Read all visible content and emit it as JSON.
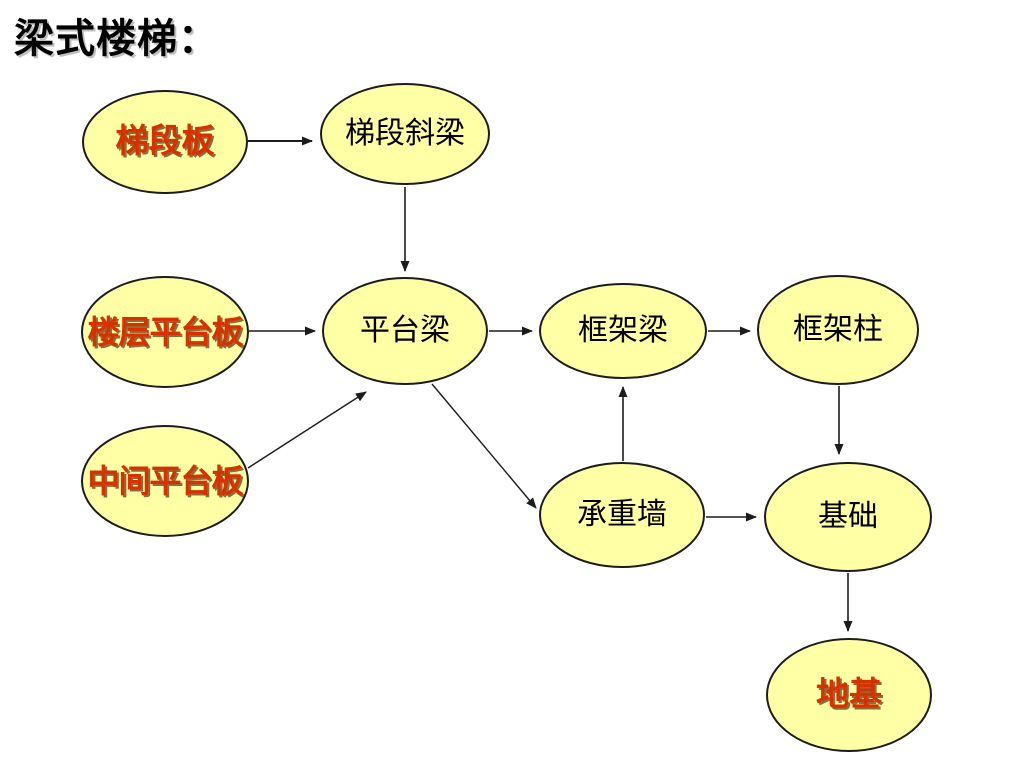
{
  "title": "梁式楼梯：",
  "diagram": {
    "type": "flowchart",
    "nodes": [
      {
        "id": "tiduanban",
        "label": "梯段板",
        "text_color": "red"
      },
      {
        "id": "tiduan-xieliang",
        "label": "梯段斜梁",
        "text_color": "black"
      },
      {
        "id": "louceng-pingtaiban",
        "label": "楼层平台板",
        "text_color": "red"
      },
      {
        "id": "pingtailiang",
        "label": "平台梁",
        "text_color": "black"
      },
      {
        "id": "kuangjialiang",
        "label": "框架梁",
        "text_color": "black"
      },
      {
        "id": "kuangjiazhu",
        "label": "框架柱",
        "text_color": "black"
      },
      {
        "id": "zhongjian-pingtaiban",
        "label": "中间平台板",
        "text_color": "red"
      },
      {
        "id": "chengzhongqiang",
        "label": "承重墙",
        "text_color": "black"
      },
      {
        "id": "jichu",
        "label": "基础",
        "text_color": "black"
      },
      {
        "id": "diji",
        "label": "地基",
        "text_color": "red"
      }
    ],
    "edges": [
      {
        "from": "梯段板",
        "to": "梯段斜梁"
      },
      {
        "from": "梯段斜梁",
        "to": "平台梁"
      },
      {
        "from": "楼层平台板",
        "to": "平台梁"
      },
      {
        "from": "中间平台板",
        "to": "平台梁"
      },
      {
        "from": "平台梁",
        "to": "框架梁"
      },
      {
        "from": "平台梁",
        "to": "承重墙"
      },
      {
        "from": "承重墙",
        "to": "框架梁"
      },
      {
        "from": "框架梁",
        "to": "框架柱"
      },
      {
        "from": "框架柱",
        "to": "基础"
      },
      {
        "from": "承重墙",
        "to": "基础"
      },
      {
        "from": "基础",
        "to": "地基"
      }
    ],
    "colors": {
      "node_fill": "#FFFFA6",
      "node_border": "#1C1C1C",
      "red_text": "#D93000",
      "black_text": "#000000",
      "arrow": "#1C1C1C",
      "background": "#FFFFFF"
    }
  }
}
